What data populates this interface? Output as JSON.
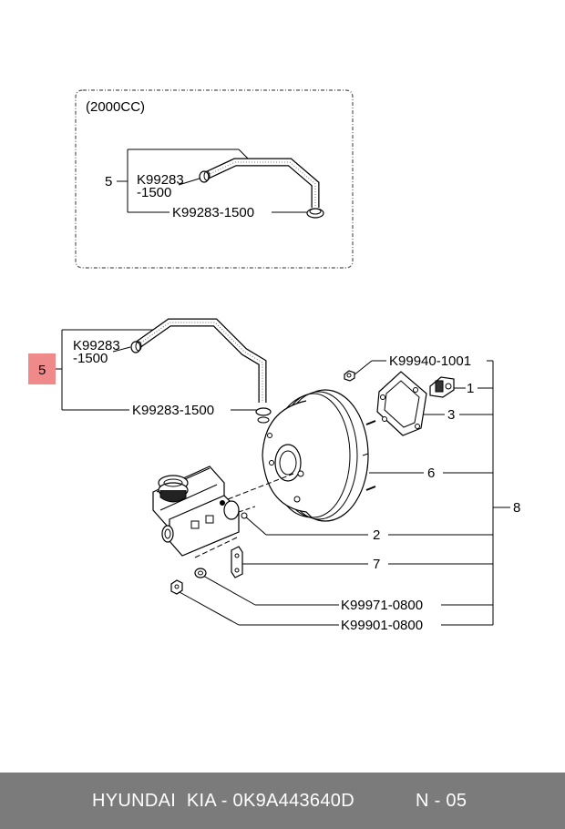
{
  "inset": {
    "title": "(2000CC)",
    "ref": "5",
    "part_a_l1": "K99283",
    "part_a_l2": "-1500",
    "part_b": "K99283-1500"
  },
  "main": {
    "ref_left": "5",
    "part_a_l1": "K99283",
    "part_a_l2": "-1500",
    "part_b": "K99283-1500",
    "part_c": "K99940-1001",
    "ref_1": "1",
    "ref_3": "3",
    "ref_6": "6",
    "ref_8": "8",
    "ref_2": "2",
    "ref_7": "7",
    "part_d": "K99971-0800",
    "part_e": "K99901-0800"
  },
  "footer": {
    "brand": "HYUNDAI  KIA - 0K9A443640D",
    "page": "N - 05"
  },
  "colors": {
    "highlight": "#f08a8a",
    "footer_bg": "#7b7b7b",
    "footer_text": "#ffffff"
  }
}
